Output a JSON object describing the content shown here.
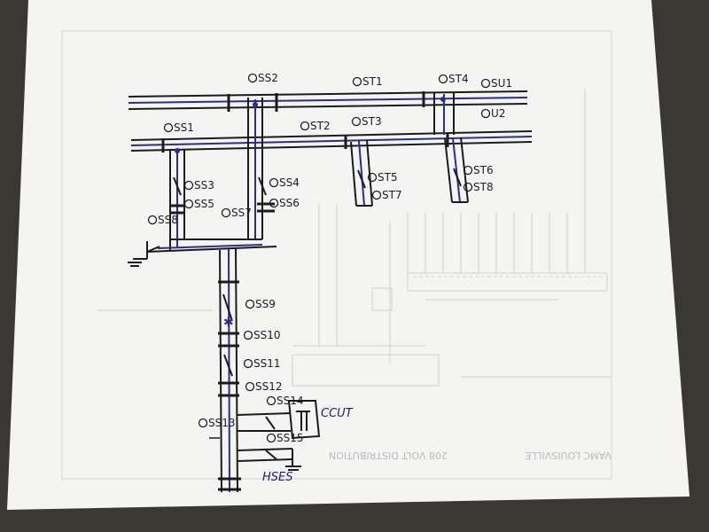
{
  "diagram": {
    "bus_labels": [
      "SS2",
      "ST1",
      "ST4",
      "SU1",
      "SS1",
      "ST2",
      "ST3",
      "U2"
    ],
    "breaker_labels": [
      "SS3",
      "SS4",
      "SS5",
      "SS6",
      "ST5",
      "ST7",
      "ST6",
      "ST8",
      "SS8",
      "SS7",
      "SS9",
      "SS10",
      "SS11",
      "SS12",
      "SS13",
      "SS14",
      "SS15"
    ],
    "equipment_labels": {
      "ccut": "CCUT",
      "hses": "HSES"
    },
    "title_block": {
      "title": "VAMC LOUISVILLE",
      "subtitle": "208 VOLT DISTRIBUTION"
    }
  },
  "colors": {
    "bus_blue": "#2a2a9e",
    "ink": "#1b1b1b",
    "paper": "#f4f4f2",
    "background": "#3b3833"
  }
}
